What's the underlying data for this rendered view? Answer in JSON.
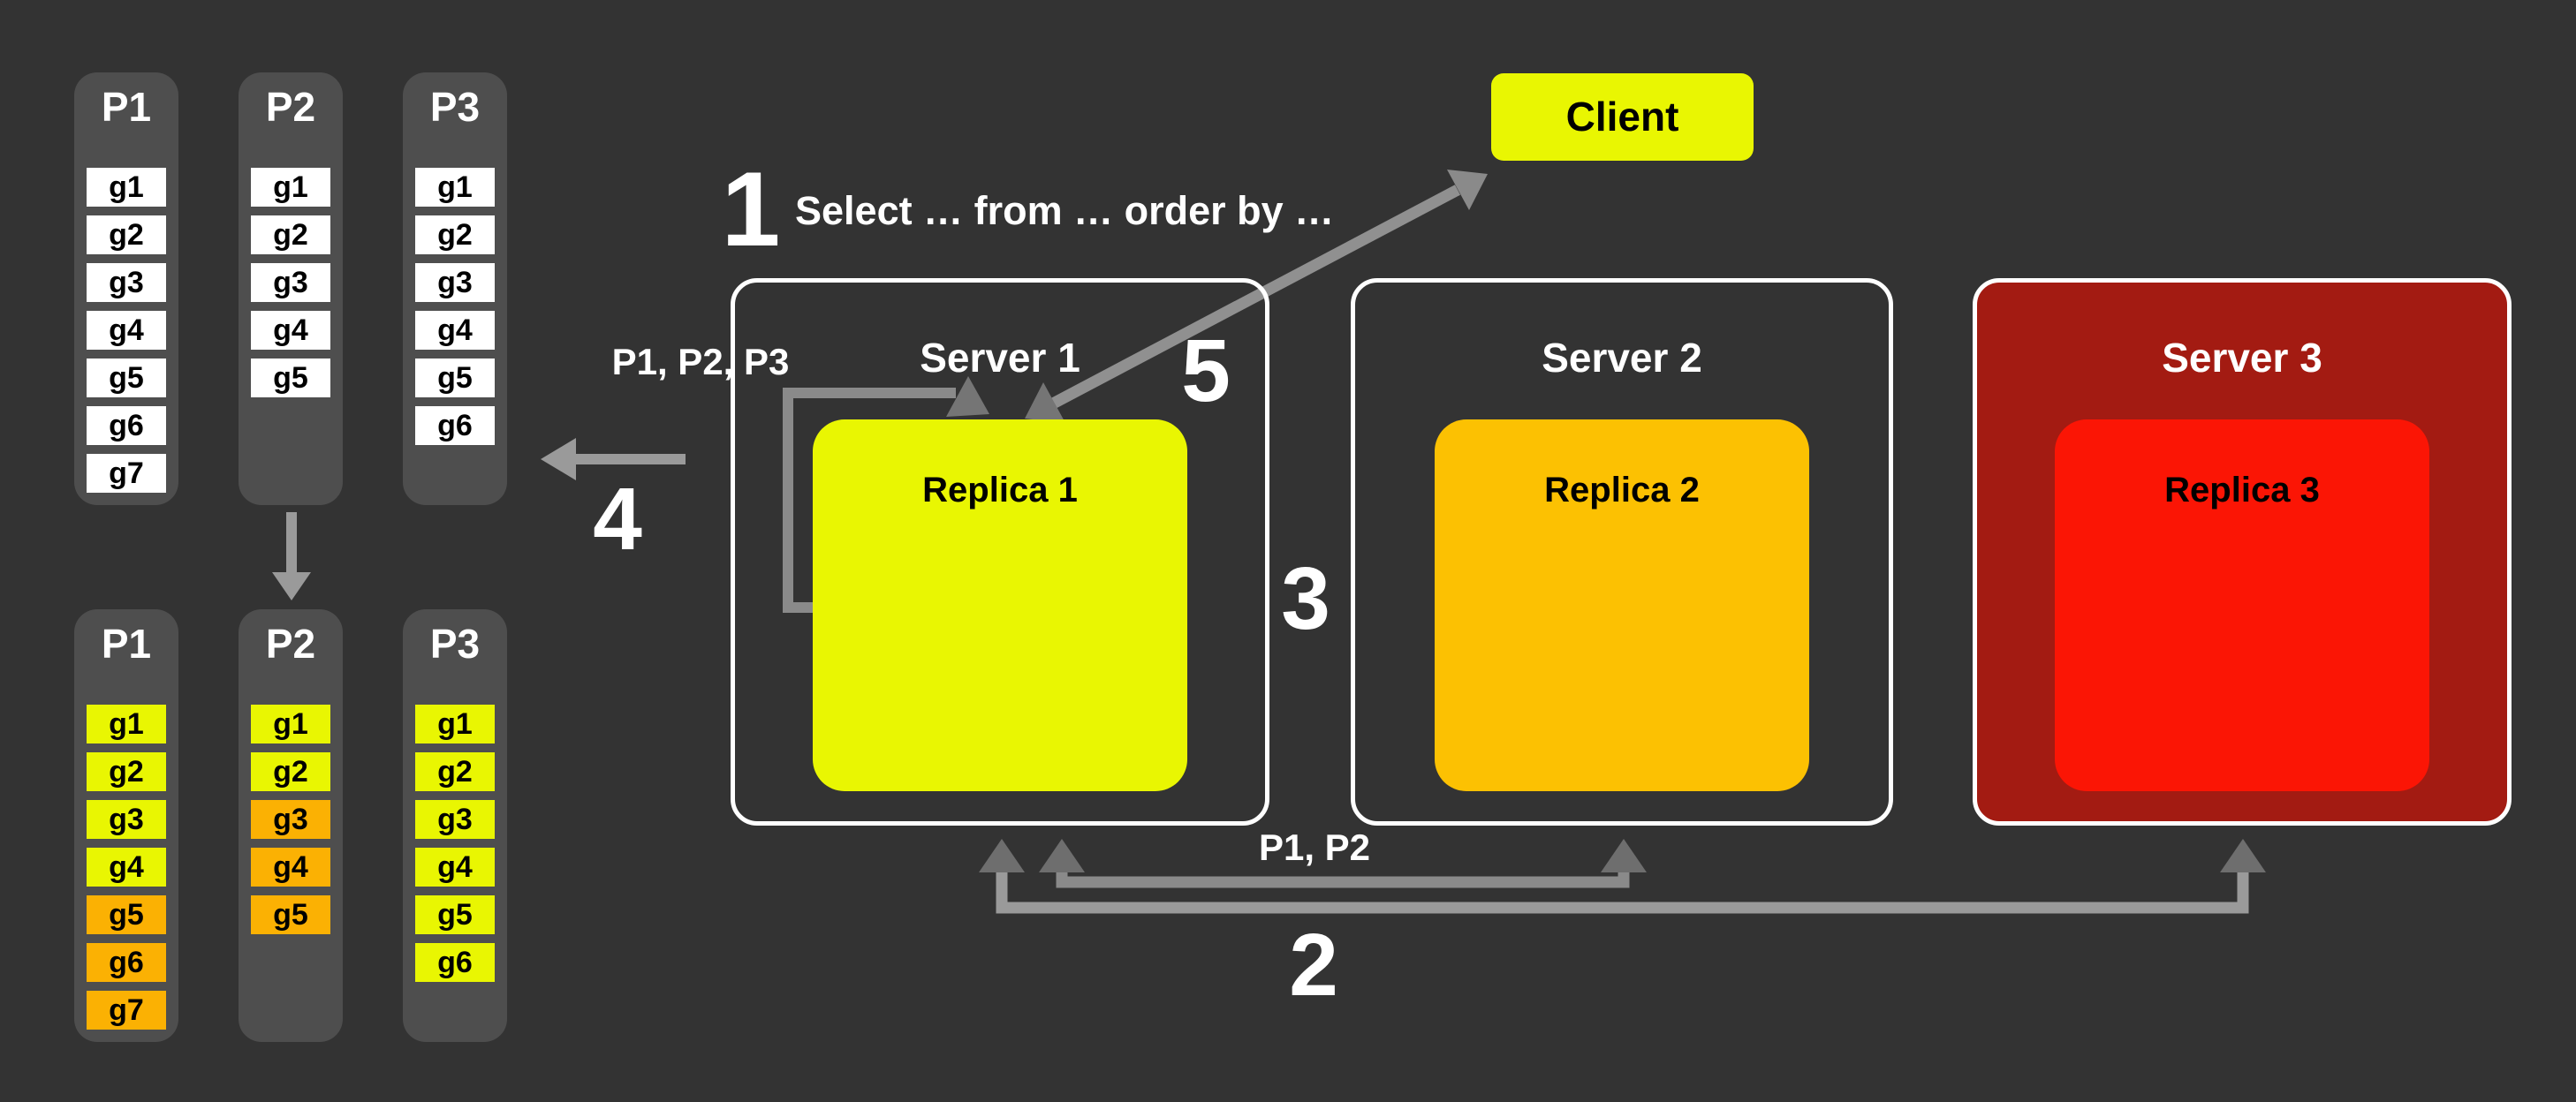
{
  "canvas": {
    "background": "#333333"
  },
  "colors": {
    "background": "#333333",
    "panel_gray": "#4E4E4E",
    "white": "#FFFFFF",
    "yellow": "#E9F602",
    "orange": "#FBB103",
    "replica_orange": "#FCC102",
    "server_red": "#A31B12",
    "replica_red": "#FB1505",
    "arrow_light": "#9A9A9A",
    "arrow_mid": "#8A8A8A",
    "arrow_head_dark": "#6E6E6E",
    "text_light": "#FFFFFF",
    "text_dark": "#000000"
  },
  "partition_groups": [
    {
      "id": "before",
      "columns": [
        {
          "name": "P1",
          "cells": [
            {
              "label": "g1",
              "color": "white"
            },
            {
              "label": "g2",
              "color": "white"
            },
            {
              "label": "g3",
              "color": "white"
            },
            {
              "label": "g4",
              "color": "white"
            },
            {
              "label": "g5",
              "color": "white"
            },
            {
              "label": "g6",
              "color": "white"
            },
            {
              "label": "g7",
              "color": "white"
            }
          ]
        },
        {
          "name": "P2",
          "cells": [
            {
              "label": "g1",
              "color": "white"
            },
            {
              "label": "g2",
              "color": "white"
            },
            {
              "label": "g3",
              "color": "white"
            },
            {
              "label": "g4",
              "color": "white"
            },
            {
              "label": "g5",
              "color": "white"
            }
          ]
        },
        {
          "name": "P3",
          "cells": [
            {
              "label": "g1",
              "color": "white"
            },
            {
              "label": "g2",
              "color": "white"
            },
            {
              "label": "g3",
              "color": "white"
            },
            {
              "label": "g4",
              "color": "white"
            },
            {
              "label": "g5",
              "color": "white"
            },
            {
              "label": "g6",
              "color": "white"
            }
          ]
        }
      ]
    },
    {
      "id": "after",
      "columns": [
        {
          "name": "P1",
          "cells": [
            {
              "label": "g1",
              "color": "yellow"
            },
            {
              "label": "g2",
              "color": "yellow"
            },
            {
              "label": "g3",
              "color": "yellow"
            },
            {
              "label": "g4",
              "color": "yellow"
            },
            {
              "label": "g5",
              "color": "orange"
            },
            {
              "label": "g6",
              "color": "orange"
            },
            {
              "label": "g7",
              "color": "orange"
            }
          ]
        },
        {
          "name": "P2",
          "cells": [
            {
              "label": "g1",
              "color": "yellow"
            },
            {
              "label": "g2",
              "color": "yellow"
            },
            {
              "label": "g3",
              "color": "orange"
            },
            {
              "label": "g4",
              "color": "orange"
            },
            {
              "label": "g5",
              "color": "orange"
            }
          ]
        },
        {
          "name": "P3",
          "cells": [
            {
              "label": "g1",
              "color": "yellow"
            },
            {
              "label": "g2",
              "color": "yellow"
            },
            {
              "label": "g3",
              "color": "yellow"
            },
            {
              "label": "g4",
              "color": "yellow"
            },
            {
              "label": "g5",
              "color": "yellow"
            },
            {
              "label": "g6",
              "color": "yellow"
            }
          ]
        }
      ]
    }
  ],
  "client": {
    "label": "Client"
  },
  "servers": [
    {
      "name": "Server 1",
      "replica": {
        "label": "Replica 1",
        "color": "yellow"
      }
    },
    {
      "name": "Server 2",
      "replica": {
        "label": "Replica 2",
        "color": "replica_orange"
      }
    },
    {
      "name": "Server 3",
      "fill": "server_red",
      "replica": {
        "label": "Replica 3",
        "color": "replica_red"
      }
    }
  ],
  "annotations": {
    "step1_number": "1",
    "step1_query": "Select … from … order by …",
    "step2_number": "2",
    "step2_label": "P1, P2",
    "step3_number": "3",
    "step4_number": "4",
    "step5_number": "5",
    "fanout_label": "P1, P2, P3"
  }
}
